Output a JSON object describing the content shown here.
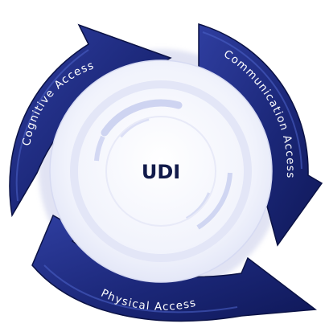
{
  "diagram": {
    "center_label": "UDI",
    "segments": [
      {
        "label": "Cognitive Access"
      },
      {
        "label": "Communication Access"
      },
      {
        "label": "Physical Access"
      }
    ],
    "colors": {
      "arrow_fill": "#1b2778",
      "arrow_highlight": "#4a5fc4",
      "arrow_shadow": "#0b1245",
      "center_disc": "#eef0fb",
      "inner_rings": "#c4cbee",
      "center_text": "#111a4a"
    }
  }
}
